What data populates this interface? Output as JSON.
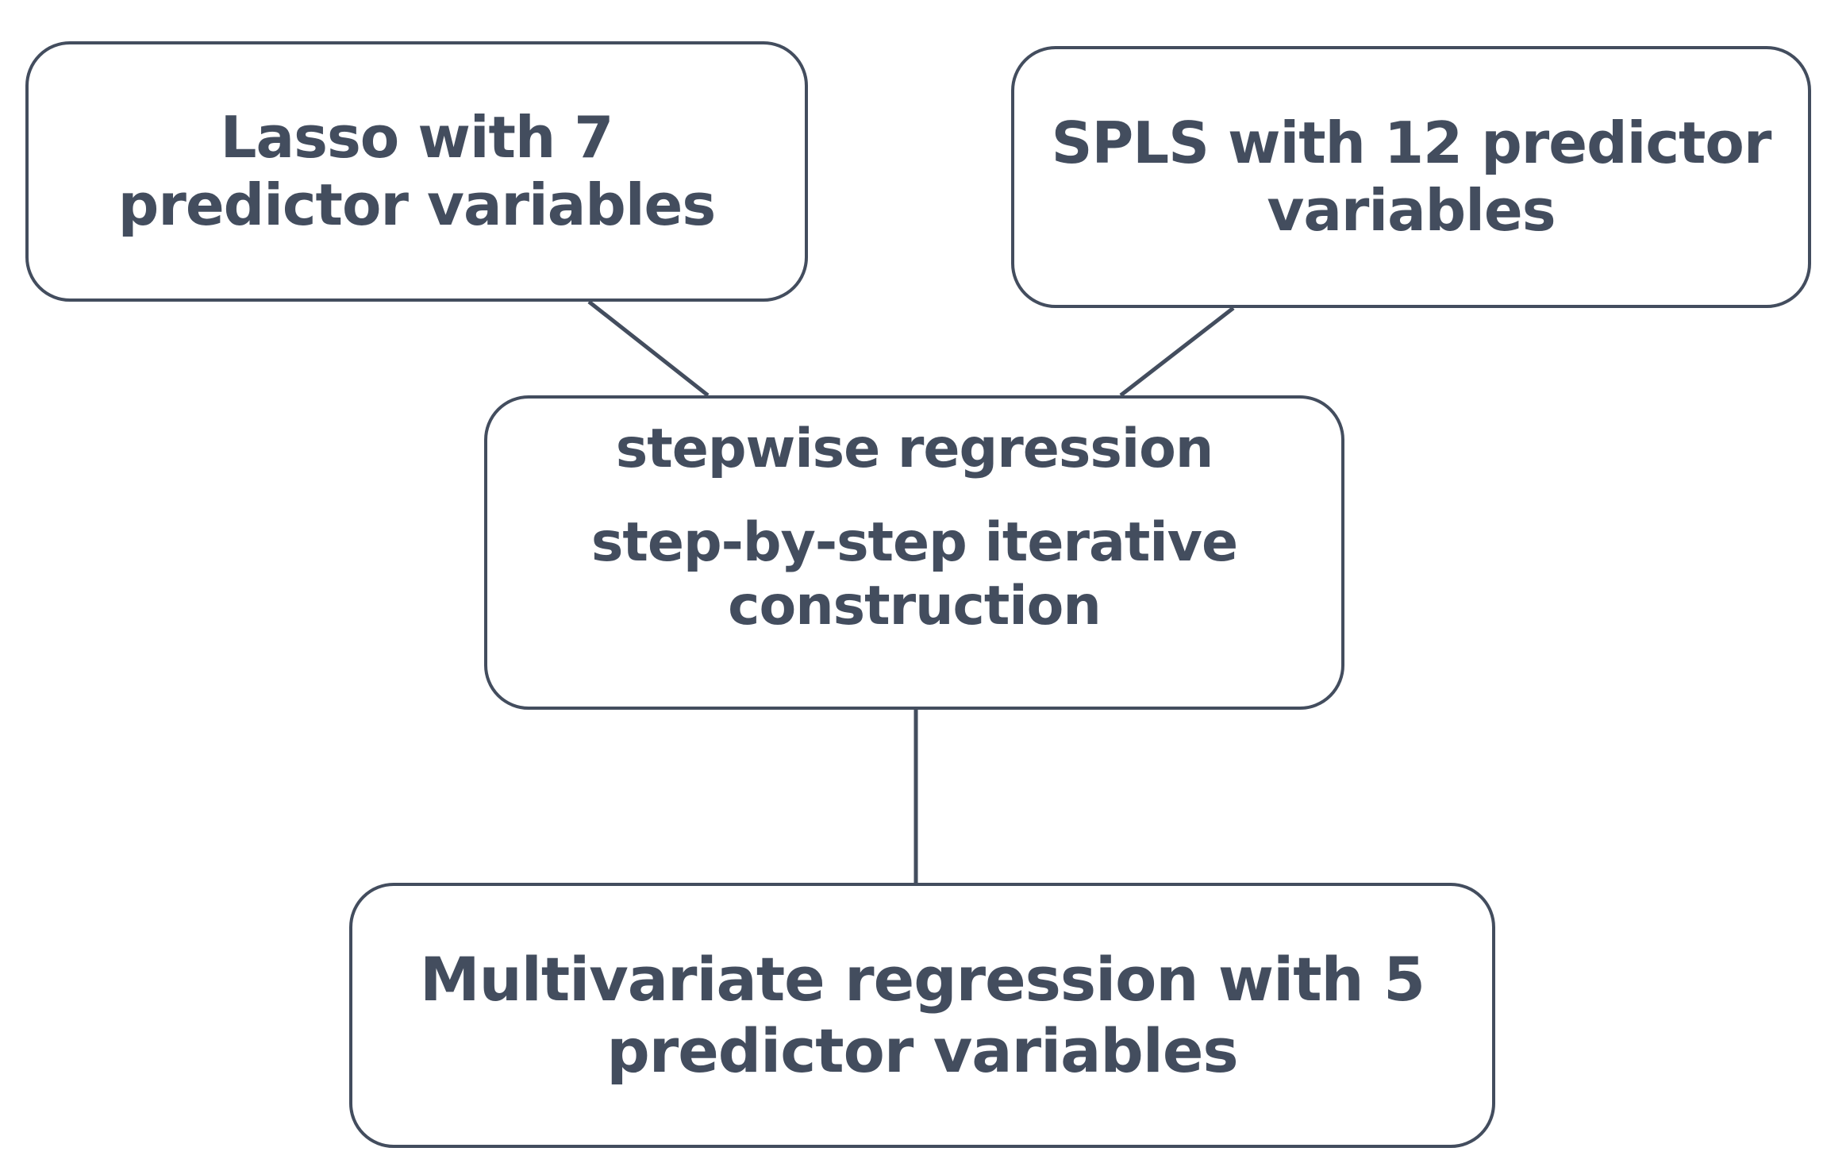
{
  "diagram": {
    "nodes": {
      "lasso": {
        "text": "Lasso with 7\npredictor variables"
      },
      "spls": {
        "text": "SPLS with 12 predictor\nvariables"
      },
      "stepwise": {
        "title": "stepwise regression",
        "subtitle": "step-by-step iterative\nconstruction"
      },
      "multivariate": {
        "text": "Multivariate regression with 5\npredictor variables"
      }
    },
    "edges": [
      {
        "from": "lasso",
        "to": "stepwise"
      },
      {
        "from": "spls",
        "to": "stepwise"
      },
      {
        "from": "stepwise",
        "to": "multivariate"
      }
    ],
    "colors": {
      "stroke": "#434d5e",
      "text": "#434d5e",
      "background": "#ffffff"
    }
  }
}
